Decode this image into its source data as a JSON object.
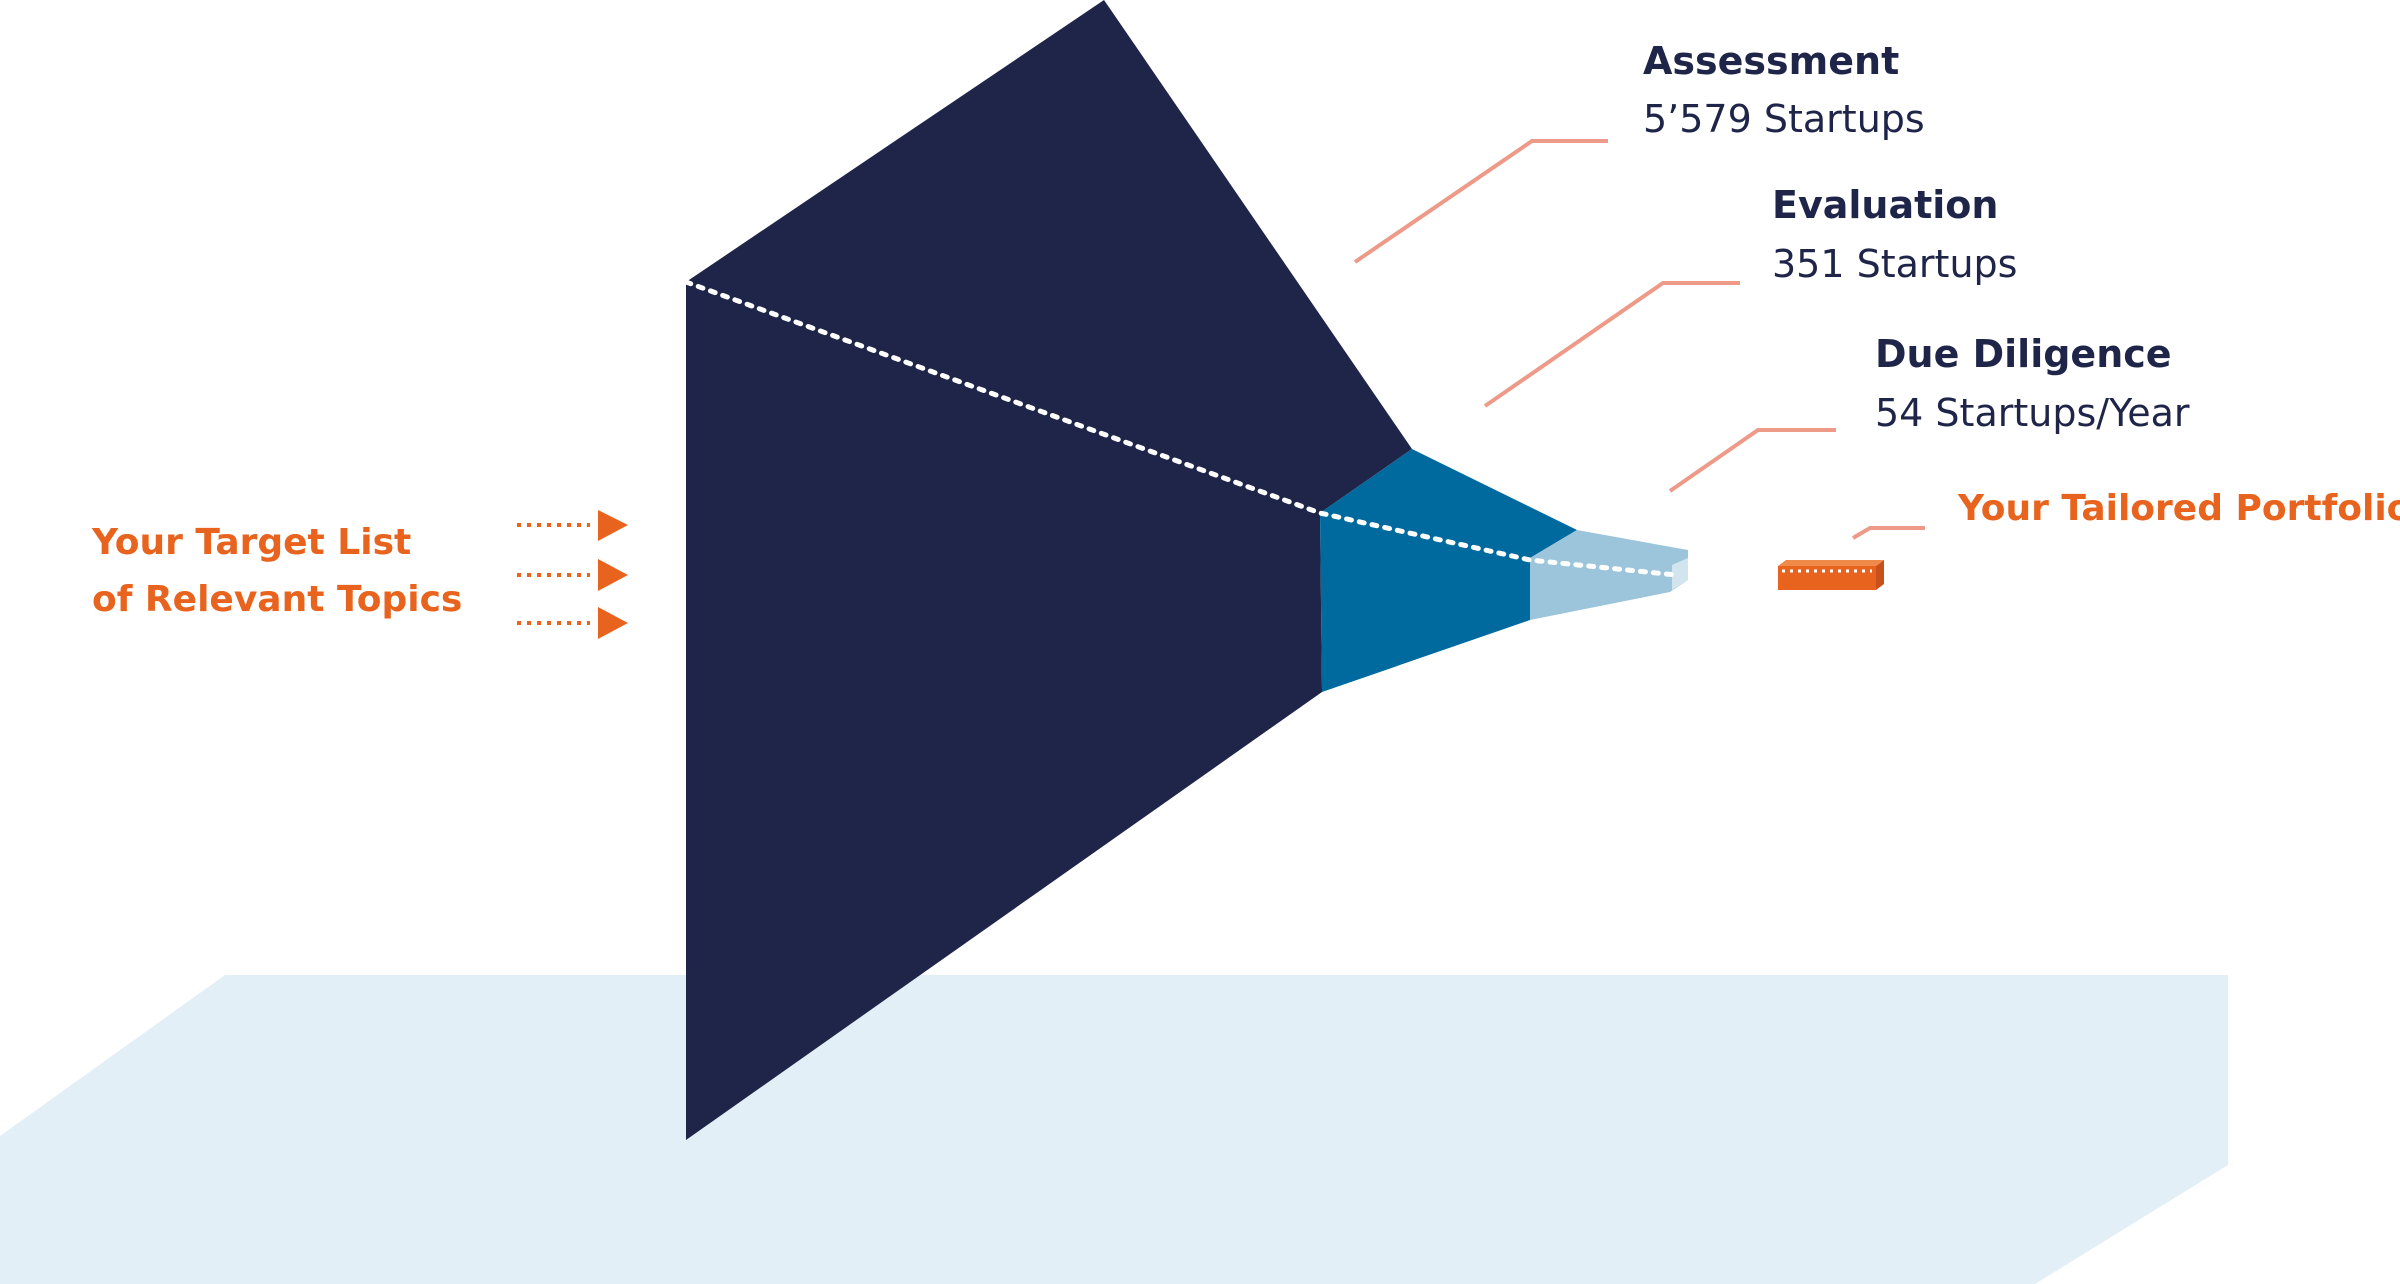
{
  "input": {
    "line1": "Your Target List",
    "line2": "of Relevant Topics"
  },
  "stages": [
    {
      "title": "Assessment",
      "count": "5’579 Startups"
    },
    {
      "title": "Evaluation",
      "count": "351 Startups"
    },
    {
      "title": "Due Diligence",
      "count": "54 Startups/Year"
    }
  ],
  "output": {
    "label": "Your Tailored Portfolio"
  },
  "colors": {
    "navy": "#1e2548",
    "mid_blue": "#006a9f",
    "light_blue": "#9cc5dc",
    "floor": "#e3eff7",
    "orange": "#e8641e",
    "connector": "#ee9a88",
    "text_dark": "#1e2548"
  }
}
